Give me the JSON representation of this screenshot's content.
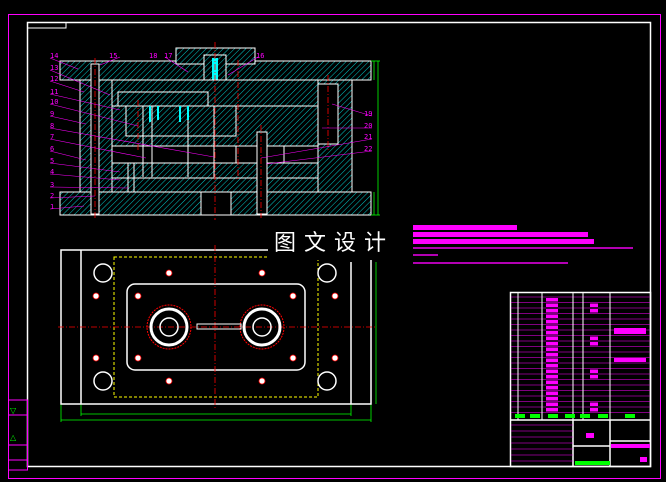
{
  "drawing": {
    "watermark": "图文设计",
    "part_labels_left": [
      "14",
      "13",
      "12",
      "11",
      "10",
      "9",
      "8",
      "7",
      "6",
      "5",
      "4",
      "3",
      "2",
      "1"
    ],
    "part_labels_right": [
      "19",
      "20",
      "21",
      "22"
    ],
    "part_labels_top": [
      "15",
      "18",
      "17",
      "16"
    ]
  },
  "colors": {
    "frame": "#ff00ff",
    "outline": "#ffffff",
    "hatch": "#00ffff",
    "centerline": "#ff0000",
    "dimension": "#00ff00",
    "hidden": "#ffff00",
    "leader": "#ff00ff"
  }
}
